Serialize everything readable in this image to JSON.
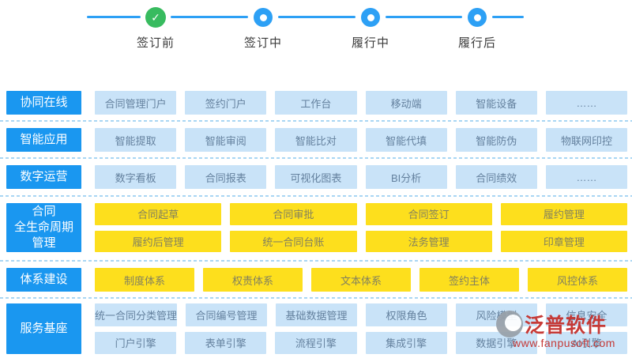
{
  "timeline": {
    "steps": [
      {
        "label": "签订前",
        "state": "done"
      },
      {
        "label": "签订中",
        "state": "pending"
      },
      {
        "label": "履行中",
        "state": "pending"
      },
      {
        "label": "履行后",
        "state": "pending"
      }
    ],
    "done_icon": "✓"
  },
  "rows": [
    {
      "category": "协同在线",
      "item_style": "blue",
      "lines": [
        [
          "合同管理门户",
          "签约门户",
          "工作台",
          "移动端",
          "智能设备",
          "……"
        ]
      ]
    },
    {
      "category": "智能应用",
      "item_style": "blue",
      "lines": [
        [
          "智能提取",
          "智能审阅",
          "智能比对",
          "智能代填",
          "智能防伪",
          "物联网印控"
        ]
      ]
    },
    {
      "category": "数字运营",
      "item_style": "blue",
      "lines": [
        [
          "数字看板",
          "合同报表",
          "可视化图表",
          "BI分析",
          "合同绩效",
          "……"
        ]
      ]
    },
    {
      "category": "合同\n全生命周期\n管理",
      "item_style": "yellow",
      "lines": [
        [
          "合同起草",
          "合同审批",
          "合同签订",
          "履约管理"
        ],
        [
          "履约后管理",
          "统一合同台账",
          "法务管理",
          "印章管理"
        ]
      ]
    },
    {
      "category": "体系建设",
      "item_style": "yellow",
      "lines": [
        [
          "制度体系",
          "权责体系",
          "文本体系",
          "签约主体",
          "风控体系"
        ]
      ]
    },
    {
      "category": "服务基座",
      "item_style": "blue",
      "lines": [
        [
          "统一合同分类管理",
          "合同编号管理",
          "基础数据管理",
          "权限角色",
          "风险模型",
          "信息安全"
        ],
        [
          "门户引擎",
          "表单引擎",
          "流程引擎",
          "集成引擎",
          "数据引擎",
          "AI引擎"
        ]
      ]
    }
  ],
  "watermark": {
    "brand": "泛普软件",
    "url": "www.fanpusoft.com"
  },
  "colors": {
    "category_blue": "#1a97f0",
    "item_light_blue_bg": "#c9e3f8",
    "item_light_blue_text": "#64819e",
    "item_yellow_bg": "#fddf1d",
    "item_yellow_text": "#82805e",
    "timeline_blue": "#2da0f5",
    "timeline_green": "#38bb5f",
    "separator_blue": "#a9d6f3",
    "watermark_red": "#c5312d"
  }
}
